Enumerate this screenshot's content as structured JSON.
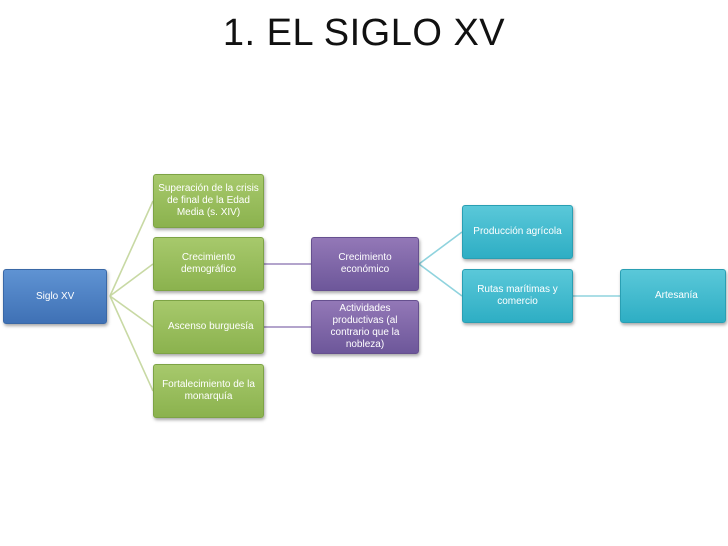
{
  "title": "1. EL SIGLO XV",
  "nodes": {
    "siglo_xv": "Siglo XV",
    "superacion_crisis": "Superación de la crisis de final de la Edad Media (s. XIV)",
    "crecimiento_demografico": "Crecimiento demográfico",
    "ascenso_burguesia": "Ascenso burguesía",
    "fortalecimiento_monarquia": "Fortalecimiento de la monarquía",
    "crecimiento_economico": "Crecimiento económico",
    "actividades_productivas": "Actividades productivas (al contrario que la nobleza)",
    "produccion_agricola": "Producción agrícola",
    "rutas_maritimas": "Rutas marítimas y comercio",
    "artesania": "Artesanía"
  },
  "colors": {
    "root": "#4a7fc4",
    "level1": "#9bbb59",
    "level2": "#8064a2",
    "level3": "#4bacc6"
  }
}
